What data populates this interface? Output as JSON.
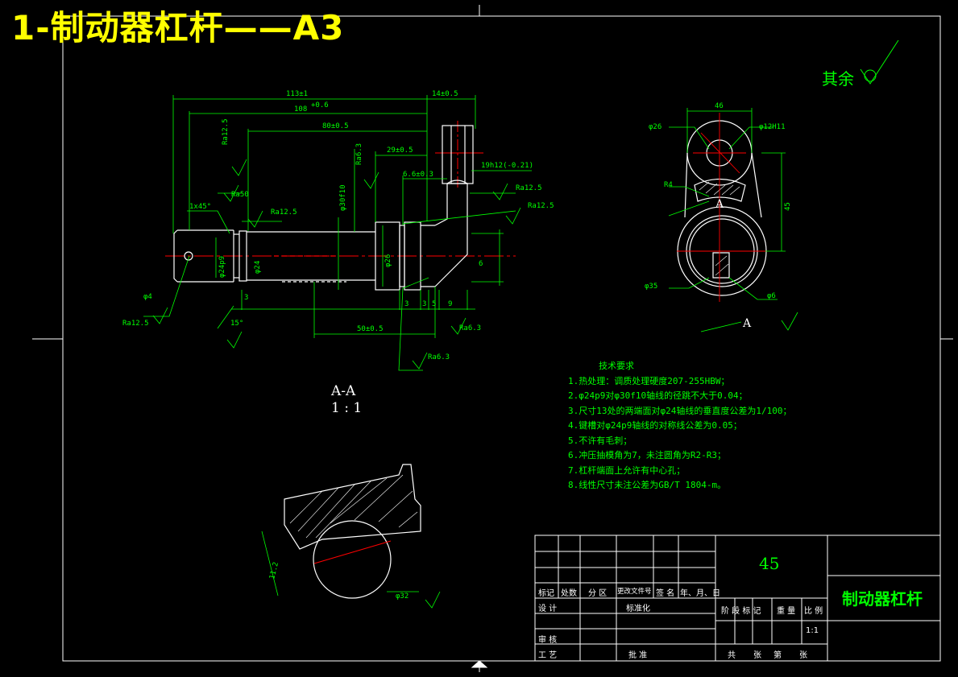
{
  "banner": {
    "title": "1-制动器杠杆——A3"
  },
  "rough_note": "其余",
  "section": {
    "label": "A-A",
    "scale": "1 : 1"
  },
  "view_label_a": "A",
  "view_label_a2": "A",
  "tech_req": {
    "title": "技术要求",
    "items": [
      "1.热处理：调质处理硬度207-255HBW；",
      "2.φ24p9对φ30f10轴线的径跳不大于0.04；",
      "3.尺寸13处的两端面对φ24轴线的垂直度公差为1/100；",
      "4.键槽对φ24p9轴线的对称线公差为0.05；",
      "5.不许有毛刺；",
      "6.冲压抽模角为7，未注圆角为R2-R3；",
      "7.杠杆端面上允许有中心孔；",
      "8.线性尺寸未注公差为GB/T 1804-m。"
    ]
  },
  "dims": {
    "d113": "113±1",
    "d108": "108",
    "d108tol": "+0.6",
    "d80": "80±0.5",
    "d14": "14±0.5",
    "d29": "29±0.5",
    "d6_6": "6.6±0.3",
    "d19h12": "19h12(-0.21)",
    "d50": "50±0.5",
    "d1x45": "1x45°",
    "ra50": "Ra50",
    "ra12_5a": "Ra12.5",
    "ra12_5b": "Ra12.5",
    "ra12_5c": "Ra12.5",
    "ra12_5d": "Ra12.5",
    "ra12_5e": "Ra12.5",
    "ra6_3a": "Ra6.3",
    "ra6_3b": "Ra6.3",
    "ra6_3c": "Ra6.3",
    "phi30f10": "φ30f10",
    "phi24p9": "φ24p9",
    "phi24": "φ24",
    "phi26": "φ26",
    "phi4": "φ4",
    "d3a": "3",
    "d3b": "3",
    "d3c": "3",
    "d5": "5",
    "d9": "9",
    "d6": "6",
    "d15": "15°",
    "d46": "46",
    "d45": "45",
    "phi26r": "φ26",
    "phi12h11": "φ12H11",
    "r4": "R4",
    "phi35": "φ35",
    "phi6": "φ6",
    "d11_2": "11.2",
    "phi32": "φ32"
  },
  "title_block": {
    "material": "45",
    "part_name": "制动器杠杆",
    "scale_value": "1:1",
    "row_labels": [
      "标记",
      "处数",
      "分 区",
      "更改文件号",
      "签 名",
      "年、月、日"
    ],
    "design": "设 计",
    "standardize": "标准化",
    "check": "审 核",
    "process": "工 艺",
    "approve": "批 准",
    "stage_mark": "阶 段 标 记",
    "weight": "重 量",
    "ratio": "比 例",
    "total": "共",
    "sheets": "张",
    "page": "第",
    "page_sheets": "张"
  },
  "colors": {
    "line": "#ffffff",
    "dimension": "#00ff00",
    "center": "#ff0000",
    "banner": "#ffff00"
  }
}
